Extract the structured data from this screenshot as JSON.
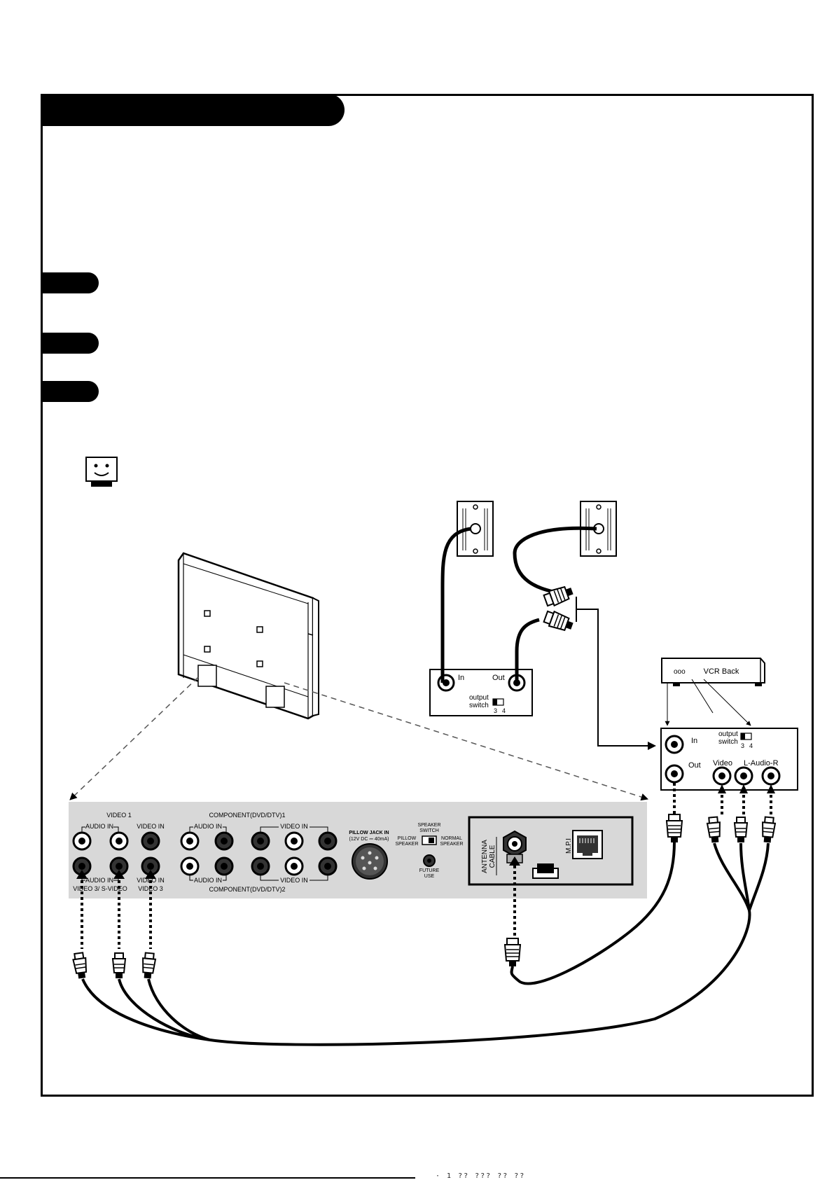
{
  "tv_panel": {
    "video1": "VIDEO 1",
    "audio_in": "AUDIO IN",
    "video_in": "VIDEO IN",
    "video3_svideo": "VIDEO 3/ S-VIDEO",
    "video3": "VIDEO 3",
    "component1": "COMPONENT(DVD/DTV)1",
    "component2": "COMPONENT(DVD/DTV)2",
    "pillow_jack": "PILLOW JACK IN",
    "pillow_spec": "(12V DC ⎓ 40mA)",
    "speaker_switch_1": "SPEAKER",
    "speaker_switch_2": "SWITCH",
    "pillow_speaker_1": "PILLOW",
    "pillow_speaker_2": "SPEAKER",
    "normal_speaker_1": "NORMAL",
    "normal_speaker_2": "SPEAKER",
    "future_use_1": "FUTURE",
    "future_use_2": "USE",
    "antenna": "ANTENNA",
    "cable": "CABLE",
    "mpi": "M.P.I"
  },
  "converter_box": {
    "in": "In",
    "out": "Out",
    "output_switch_1": "output",
    "output_switch_2": "switch",
    "ch3": "3",
    "ch4": "4"
  },
  "vcr": {
    "back_label": "VCR Back",
    "dots": "ooo",
    "in": "In",
    "out": "Out",
    "output_switch_1": "output",
    "output_switch_2": "switch",
    "ch3": "3",
    "ch4": "4",
    "video": "Video",
    "audio": "L-Audio-R"
  },
  "footer_fragment": "· 1 ?? ??? ?? ??"
}
